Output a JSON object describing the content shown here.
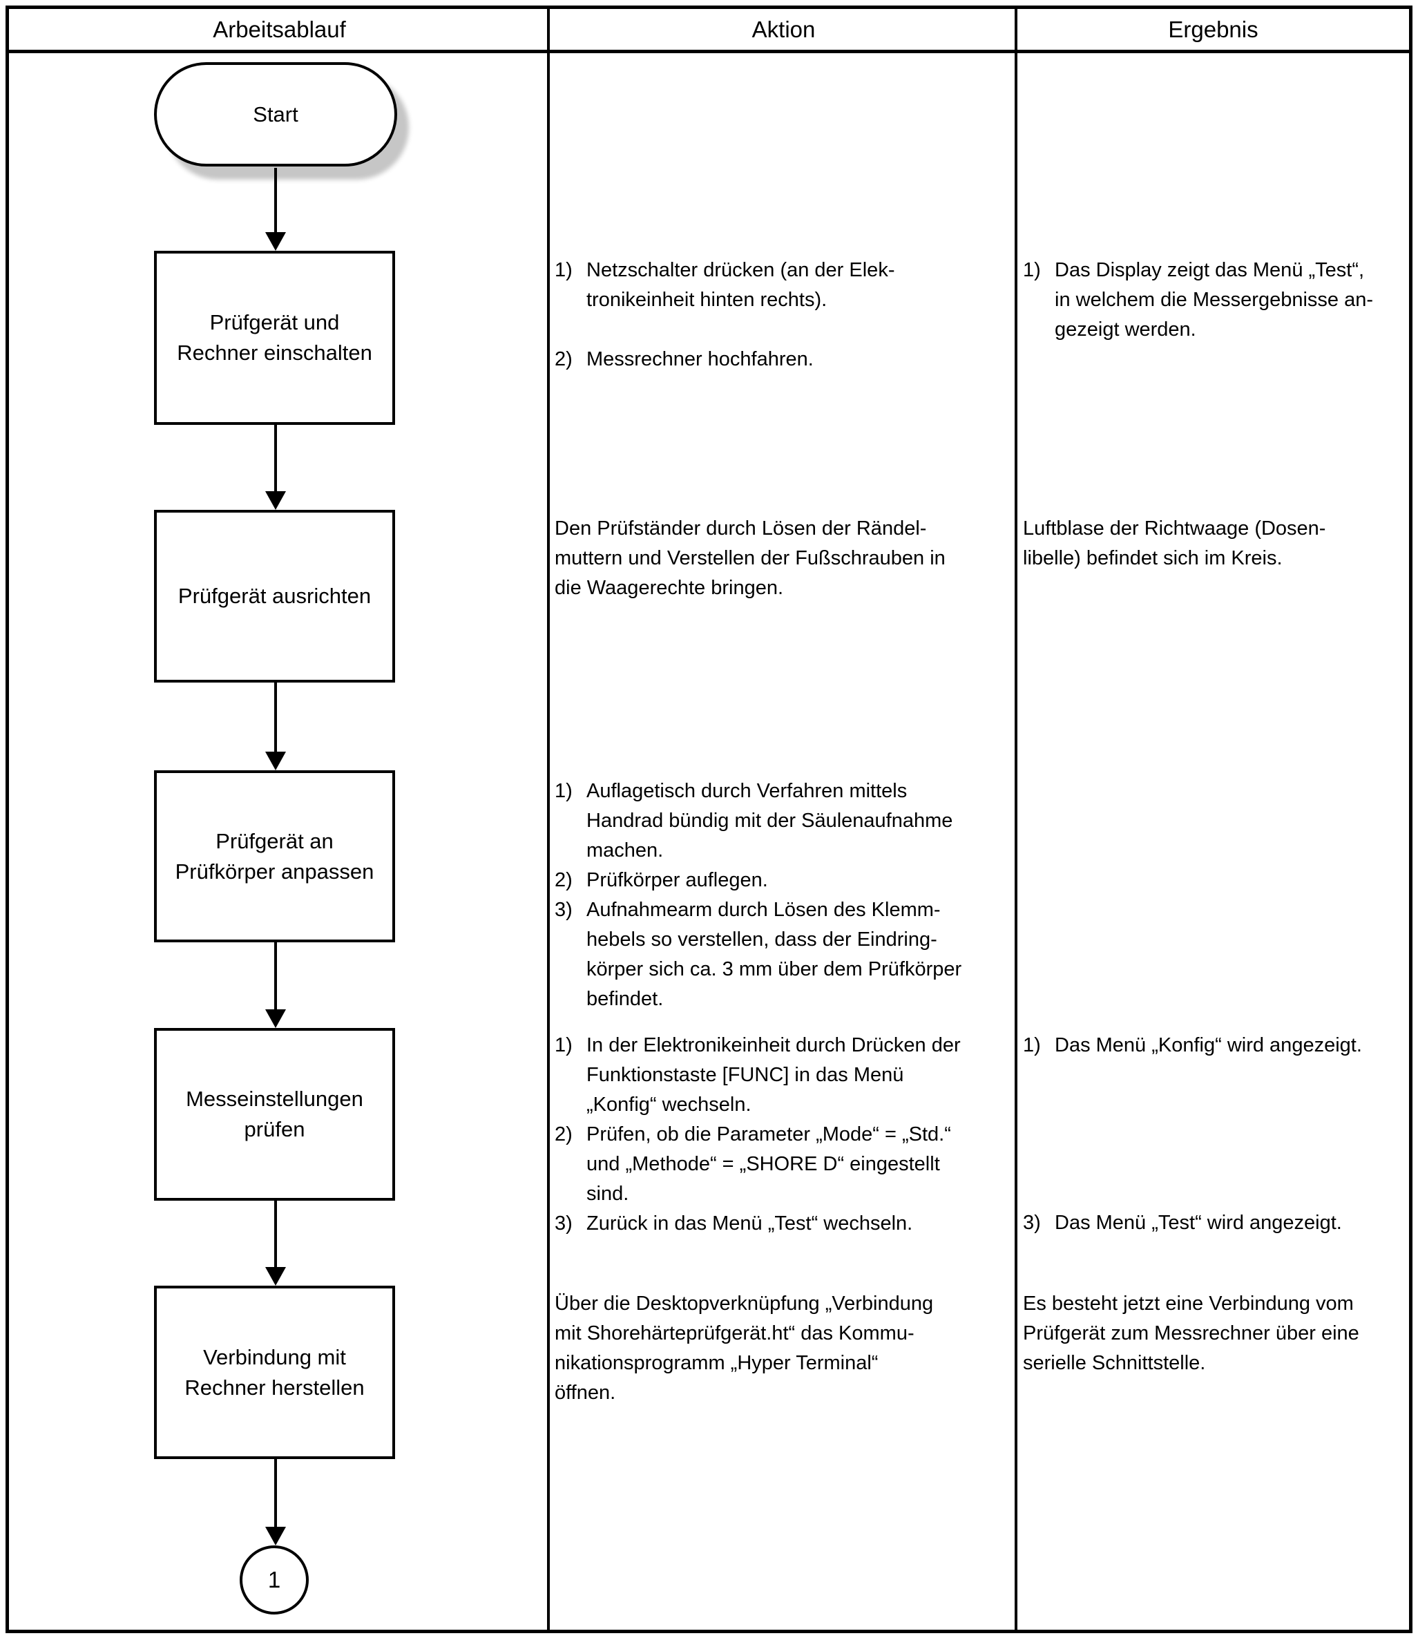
{
  "header": {
    "col1": "Arbeitsablauf",
    "col2": "Aktion",
    "col3": "Ergebnis"
  },
  "flow": {
    "start_label": "Start",
    "connector_label": "1",
    "nodes": [
      "Prüfgerät und\nRechner einschalten",
      "Prüfgerät ausrichten",
      "Prüfgerät an\nPrüfkörper anpassen",
      "Messeinstellungen\nprüfen",
      "Verbindung mit\nRechner herstellen"
    ]
  },
  "rows": [
    {
      "action": {
        "items": [
          {
            "marker": "1)",
            "text": "Netzschalter drücken (an der Elek-\ntronikeinheit hinten rechts)."
          },
          {
            "marker": "2)",
            "text": "Messrechner hochfahren."
          }
        ]
      },
      "result": {
        "items": [
          {
            "marker": "1)",
            "text": "Das Display zeigt das Menü „Test“,\nin welchem die Messergebnisse an-\ngezeigt werden."
          }
        ]
      }
    },
    {
      "action": {
        "paragraph": "Den Prüfständer durch Lösen der Rändel-\nmuttern und Verstellen der Fußschrauben in\ndie Waagerechte bringen."
      },
      "result": {
        "paragraph": "Luftblase der Richtwaage (Dosen-\nlibelle) befindet sich im Kreis."
      }
    },
    {
      "action": {
        "items": [
          {
            "marker": "1)",
            "text": "Auflagetisch durch Verfahren mittels\nHandrad bündig mit der Säulenaufnahme\nmachen."
          },
          {
            "marker": "2)",
            "text": "Prüfkörper auflegen."
          },
          {
            "marker": "3)",
            "text": "Aufnahmearm durch Lösen des Klemm-\nhebels so verstellen, dass der Eindring-\nkörper sich ca. 3 mm über dem Prüfkörper\nbefindet."
          }
        ]
      }
    },
    {
      "action": {
        "items": [
          {
            "marker": "1)",
            "text": "In der Elektronikeinheit durch Drücken der\nFunktionstaste [FUNC] in das Menü\n„Konfig“ wechseln."
          },
          {
            "marker": "2)",
            "text": "Prüfen, ob die Parameter „Mode“ = „Std.“\nund „Methode“ = „SHORE D“ eingestellt\nsind."
          },
          {
            "marker": "3)",
            "text": "Zurück in das Menü „Test“ wechseln."
          }
        ]
      },
      "result": {
        "items": [
          {
            "marker": "1)",
            "text": "Das Menü „Konfig“ wird angezeigt."
          },
          {
            "marker": "3)",
            "text": "Das Menü „Test“ wird angezeigt."
          }
        ]
      }
    },
    {
      "action": {
        "paragraph": "Über die Desktopverknüpfung „Verbindung\nmit Shorehärteprüfgerät.ht“ das Kommu-\nnikationsprogramm „Hyper Terminal“\nöffnen."
      },
      "result": {
        "paragraph": "Es besteht jetzt eine Verbindung vom\nPrüfgerät zum Messrechner über eine\nserielle Schnittstelle."
      }
    }
  ]
}
